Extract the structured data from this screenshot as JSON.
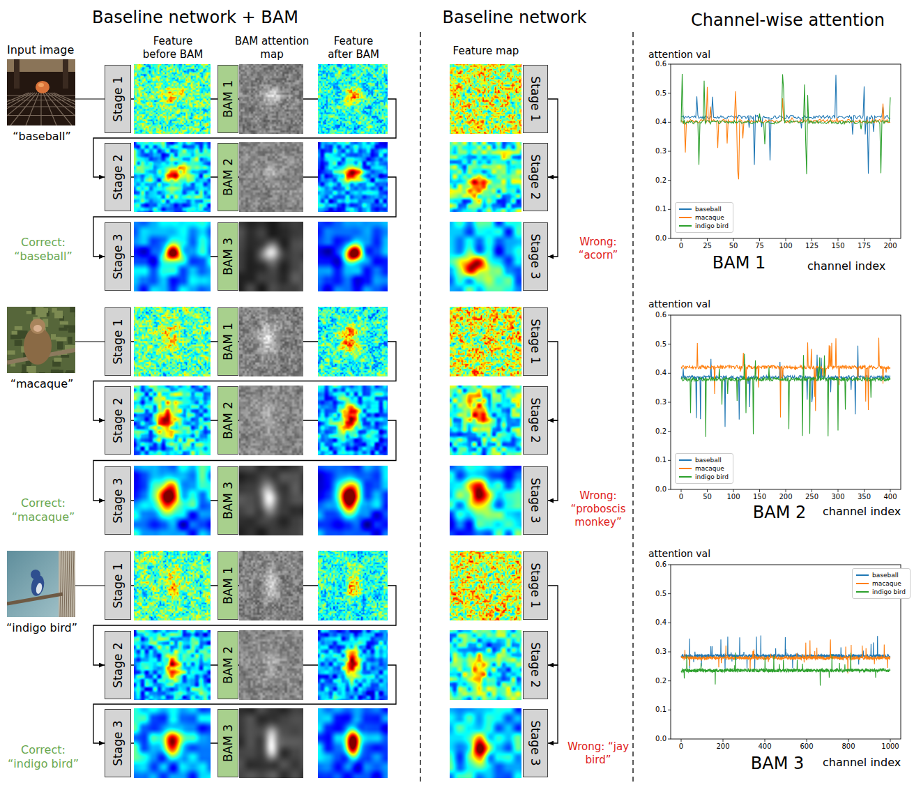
{
  "diagram": {
    "nodes": [
      {
        "text": [
          "Stage 1"
        ]
      },
      {
        "text": [
          "BAM 1"
        ]
      },
      {
        "text": [
          "Stage 2"
        ]
      },
      {
        "text": [
          "BAM 2"
        ]
      },
      {
        "text": [
          "Stage 3"
        ]
      },
      {
        "text": [
          "BAM 3"
        ]
      },
      {
        "text": [
          "Stage 1"
        ]
      },
      {
        "text": [
          "BAM 1"
        ]
      },
      {
        "text": [
          "Stage 2"
        ]
      },
      {
        "text": [
          "BAM 2"
        ]
      },
      {
        "text": [
          "Stage 3"
        ]
      },
      {
        "text": [
          "BAM 3"
        ]
      },
      {
        "text": [
          "Stage 1"
        ]
      },
      {
        "text": [
          "BAM 1"
        ]
      },
      {
        "text": [
          "Stage 2"
        ]
      },
      {
        "text": [
          "BAM 2"
        ]
      },
      {
        "text": [
          "Stage 3"
        ]
      },
      {
        "text": [
          "BAM 3"
        ]
      },
      {
        "text": [
          "Stage 1"
        ]
      },
      {
        "text": [
          "Stage 2"
        ]
      },
      {
        "text": [
          "Stage 3"
        ]
      },
      {
        "text": [
          "Stage 1"
        ]
      },
      {
        "text": [
          "Stage 2"
        ]
      },
      {
        "text": [
          "Stage 3"
        ]
      },
      {
        "text": [
          "Stage 1"
        ]
      },
      {
        "text": [
          "Stage 2"
        ]
      },
      {
        "text": [
          "Stage 3"
        ]
      }
    ],
    "edges": [
      {
        "from": 0,
        "to": 1,
        "arrow": "none"
      },
      {
        "from": 1,
        "to": 2,
        "arrow": "to"
      },
      {
        "from": 2,
        "to": 3,
        "arrow": "none"
      },
      {
        "from": 3,
        "to": 4,
        "arrow": "to"
      },
      {
        "from": 4,
        "to": 5,
        "arrow": "none"
      },
      {
        "from": 6,
        "to": 7,
        "arrow": "none"
      },
      {
        "from": 7,
        "to": 8,
        "arrow": "to"
      },
      {
        "from": 8,
        "to": 9,
        "arrow": "none"
      },
      {
        "from": 9,
        "to": 10,
        "arrow": "to"
      },
      {
        "from": 10,
        "to": 11,
        "arrow": "none"
      },
      {
        "from": 12,
        "to": 13,
        "arrow": "none"
      },
      {
        "from": 13,
        "to": 14,
        "arrow": "to"
      },
      {
        "from": 14,
        "to": 15,
        "arrow": "none"
      },
      {
        "from": 15,
        "to": 16,
        "arrow": "to"
      },
      {
        "from": 16,
        "to": 17,
        "arrow": "none"
      },
      {
        "from": 18,
        "to": 19,
        "arrow": "to"
      },
      {
        "from": 19,
        "to": 20,
        "arrow": "to"
      },
      {
        "from": 21,
        "to": 22,
        "arrow": "to"
      },
      {
        "from": 22,
        "to": 23,
        "arrow": "to"
      },
      {
        "from": 24,
        "to": 25,
        "arrow": "to"
      },
      {
        "from": 25,
        "to": 26,
        "arrow": "to"
      }
    ],
    "labels": [
      "Baseline network + BAM",
      "Baseline network",
      "Channel-wise attention",
      "Input image",
      "Feature before BAM",
      "BAM attention map",
      "Feature after BAM",
      "Feature map",
      "“baseball”",
      "Correct: “baseball”",
      "Wrong: “acorn”",
      "“macaque”",
      "Correct: “macaque”",
      "Wrong: “proboscis monkey”",
      "“indigo bird”",
      "Correct: “indigo bird”",
      "Wrong: “jay bird”",
      "attention val",
      "0.0",
      "0.1",
      "0.2",
      "0.3",
      "0.4",
      "0.5",
      "0.6",
      "0",
      "25",
      "50",
      "75",
      "100",
      "125",
      "150",
      "175",
      "200",
      "BAM 1",
      "channel index",
      "attention val",
      "0.0",
      "0.1",
      "0.2",
      "0.3",
      "0.4",
      "0.5",
      "0.6",
      "0",
      "50",
      "100",
      "150",
      "200",
      "250",
      "300",
      "350",
      "400",
      "BAM 2",
      "channel index",
      "attention val",
      "0.0",
      "0.1",
      "0.2",
      "0.3",
      "0.4",
      "0.5",
      "0.6",
      "0",
      "200",
      "400",
      "600",
      "800",
      "1000",
      "BAM 3",
      "channel index"
    ],
    "legend": [
      {
        "text": "baseball",
        "color": "#1f77b4"
      },
      {
        "text": "macaque",
        "color": "#ff7f0e"
      },
      {
        "text": "indigo bird",
        "color": "#2ca02c"
      },
      {
        "text": "baseball",
        "color": "#1f77b4"
      },
      {
        "text": "macaque",
        "color": "#ff7f0e"
      },
      {
        "text": "indigo bird",
        "color": "#2ca02c"
      },
      {
        "text": "baseball",
        "color": "#1f77b4"
      },
      {
        "text": "macaque",
        "color": "#ff7f0e"
      },
      {
        "text": "indigo bird",
        "color": "#2ca02c"
      }
    ]
  }
}
